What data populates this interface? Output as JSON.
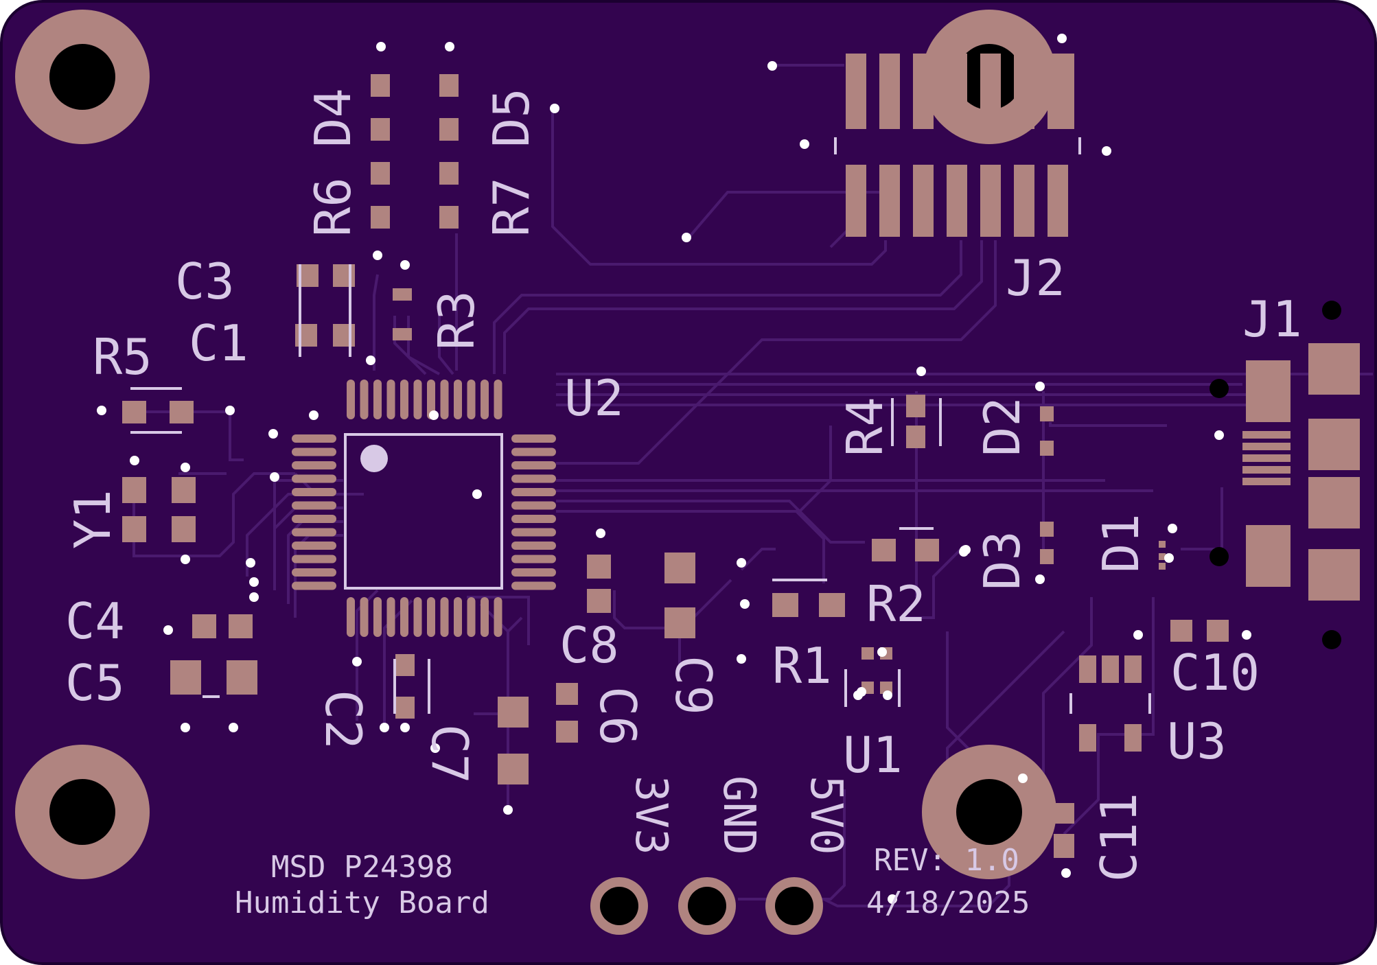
{
  "colors": {
    "board": "#33044f",
    "board_edge": "#1b0030",
    "copper": "#b08480",
    "silkscreen": "#d8c9e6",
    "trace": "#4a1a6e",
    "drill": "#000000",
    "via": "#ffffff"
  },
  "board_text": {
    "line1": "MSD P24398",
    "line2": "Humidity Board",
    "rev": "REV: 1.0",
    "date": "4/18/2025"
  },
  "test_points": [
    {
      "label": "3V3"
    },
    {
      "label": "GND"
    },
    {
      "label": "5V0"
    }
  ],
  "designators": {
    "U1": "U1",
    "U2": "U2",
    "U3": "U3",
    "J1": "J1",
    "J2": "J2",
    "Y1": "Y1",
    "C1": "C1",
    "C2": "C2",
    "C3": "C3",
    "C4": "C4",
    "C5": "C5",
    "C6": "C6",
    "C7": "C7",
    "C8": "C8",
    "C9": "C9",
    "C10": "C10",
    "C11": "C11",
    "R1": "R1",
    "R2": "R2",
    "R3": "R3",
    "R4": "R4",
    "R5": "R5",
    "R6": "R6",
    "R7": "R7",
    "D1": "D1",
    "D2": "D2",
    "D3": "D3",
    "D4": "D4",
    "D5": "D5"
  }
}
